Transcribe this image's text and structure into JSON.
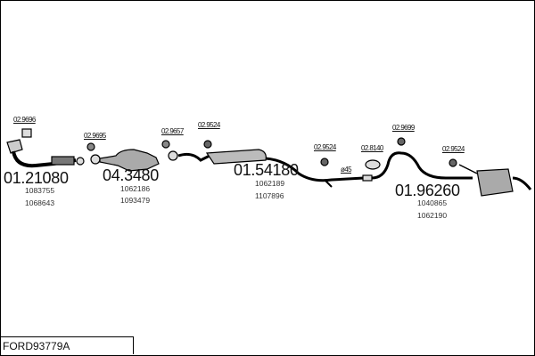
{
  "title": "FORD93779A",
  "parts": [
    {
      "number": "01.21080",
      "refs": [
        "1083755",
        "1068643"
      ]
    },
    {
      "number": "04.3480",
      "refs": [
        "1062186",
        "1093479"
      ]
    },
    {
      "number": "01.54180",
      "refs": [
        "1062189",
        "1107896"
      ]
    },
    {
      "number": "01.96260",
      "refs": [
        "1040865",
        "1062190"
      ]
    }
  ],
  "accessories": [
    "02.9696",
    "02.9695",
    "02.9657",
    "02.9524",
    "02.9524",
    "02.8140",
    "02.9699",
    "02.9524"
  ],
  "pipe_diameter": "ø45"
}
